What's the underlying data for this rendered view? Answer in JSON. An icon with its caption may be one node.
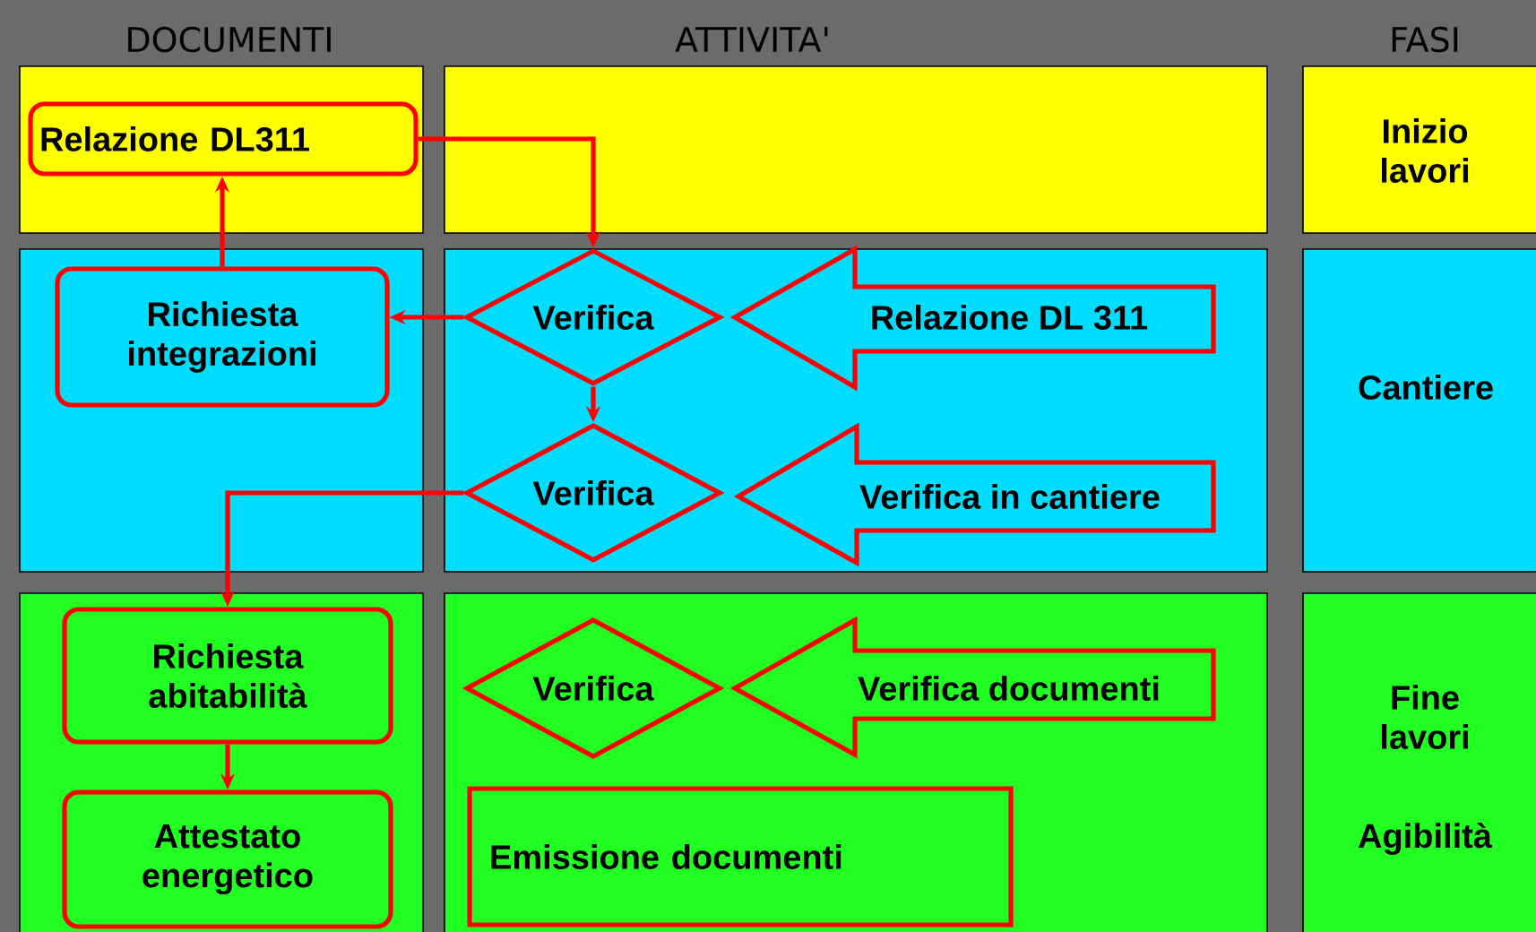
{
  "diagram": {
    "nodes": [
      {
        "text": [
          "Inizio lavori"
        ]
      },
      {
        "text": [
          "Cantiere"
        ]
      },
      {
        "text": [
          "Fine lavori",
          "Agibilità"
        ]
      },
      {
        "text": [
          "Relazione DL311"
        ]
      },
      {
        "text": [
          "Richiesta integrazioni"
        ]
      },
      {
        "text": [
          "Verifica"
        ]
      },
      {
        "text": [
          "Relazione DL 311"
        ]
      },
      {
        "text": [
          "Verifica"
        ]
      },
      {
        "text": [
          "Verifica in cantiere"
        ]
      },
      {
        "text": [
          "Richiesta abitabilità"
        ]
      },
      {
        "text": [
          "Attestato energetico"
        ]
      },
      {
        "text": [
          "Verifica"
        ]
      },
      {
        "text": [
          "Verifica documenti"
        ]
      },
      {
        "text": [
          "Emissione documenti"
        ]
      }
    ],
    "edges": [
      {
        "from": 3,
        "to": 5,
        "arrow": "to"
      },
      {
        "from": 5,
        "to": 4,
        "arrow": "to"
      },
      {
        "from": 4,
        "to": 3,
        "arrow": "to"
      },
      {
        "from": 5,
        "to": 7,
        "arrow": "to"
      },
      {
        "from": 7,
        "to": 9,
        "arrow": "to"
      },
      {
        "from": 9,
        "to": 10,
        "arrow": "to"
      }
    ],
    "labels": [
      "DOCUMENTI",
      "ATTIVITA'",
      "FASI"
    ]
  }
}
